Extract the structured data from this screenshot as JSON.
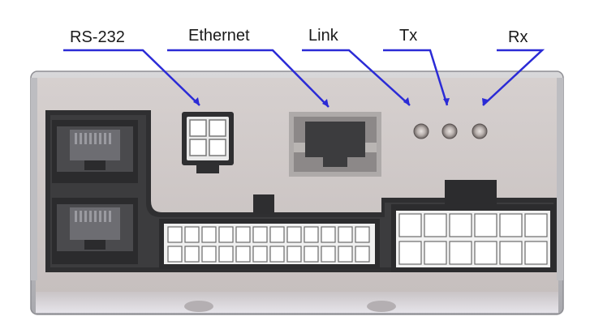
{
  "labels": {
    "rs232": "RS-232",
    "ethernet": "Ethernet",
    "link": "Link",
    "tx": "Tx",
    "rx": "Rx"
  },
  "colors": {
    "leader_line": "#2b2bd6",
    "housing": "#cfc8c7",
    "housing_dark": "#3a3a3a",
    "frame": "#b9b9bd",
    "connector_white": "#f4f4f4"
  },
  "icons": {
    "rj45_ports": "rj45-port-icon",
    "power_connector": "molex-connector-icon",
    "led": "led-indicator-icon"
  }
}
